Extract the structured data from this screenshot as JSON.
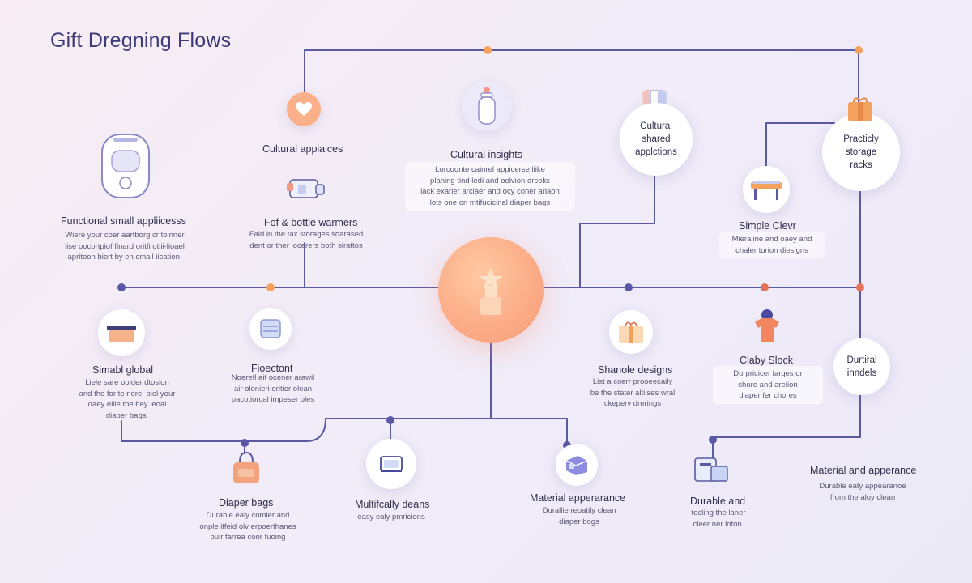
{
  "title": "Gift Dregning Flows",
  "colors": {
    "line": "#5b5aa0",
    "dot_blue": "#5a58a6",
    "dot_orange": "#f2a25c",
    "dot_red": "#e5735a",
    "center": "#fbab86"
  },
  "nodes": {
    "small_appliances": {
      "title": "Functional small appliicesss",
      "desc": "Wiere your coer aartborg cr toinner\nlise oocortpiof finard oritfi otlii-lioael\napritoon biort by en cmall iication.",
      "icon": "baby-monitor-icon"
    },
    "cultural_appliances": {
      "title": "Cultural appiaices",
      "icon": "heart-icon"
    },
    "bottle_warmers": {
      "title": "Fof & bottle warmers",
      "desc": "Fald in the tax storages soarased\ndent or ther jocerers both sirattos",
      "icon": "bottle-warmer-icon"
    },
    "cultural_insights": {
      "title": "Cultural insights",
      "desc": "Lorcoonte cainrel appicerse liike\nplaning tind ledi and oolvion drcoks\nlack exarier arclaer and ocy coner arlaon\nlots one on mtifucicinal diaper bags",
      "icon": "baby-bottle-icon"
    },
    "cultural_shared": {
      "label": "Cultural\nshared\napplctions",
      "icon": "baby-clothes-icon"
    },
    "practically_storage": {
      "label": "Practicly\nstorage\nracks",
      "icon": "gift-box-icon"
    },
    "simple_clever": {
      "title": "Simple Clevr",
      "desc": "Mieraline and oaey and\nchaler torion diesigns",
      "icon": "changing-table-icon"
    },
    "simbl_global": {
      "title": "Simabl global",
      "desc": "Liele sare oolder dtoslon\nand the for te nere, biel your\noaey eille the bey leoal\ndiaper bags.",
      "icon": "storage-box-icon"
    },
    "fioectent": {
      "title": "Fioectont",
      "desc": "Noerefl aif ocener arawil\nair olonieri oritior olean\npacotiorcal impeser oles",
      "icon": "container-icon"
    },
    "shanole_designs": {
      "title": "Shanole designs",
      "desc": "List a coerr prooeecaily\nbe the stater altiises wral\nckeperv drerings",
      "icon": "gift-package-icon"
    },
    "claby_slock": {
      "title": "Claby Slock",
      "desc": "Durpricicer larges or\nshore and arelion\ndiaper fer chores",
      "icon": "baby-shirt-icon"
    },
    "durtiral_inndels": {
      "label": "Durtiral\ninndels"
    },
    "diaper_bags": {
      "title": "Diaper bags",
      "desc": "Durable ealy comler and\nonple iffeid olv erpoerthanes\nbuir farrea coor fuoing",
      "icon": "diaper-bag-icon"
    },
    "multifcally": {
      "title": "Multifcally deans",
      "desc": "easy ealy pmricions",
      "icon": "folded-cloth-icon"
    },
    "material_apperrance": {
      "title": "Material apperarance",
      "desc": "Durallie reoatily clean\ndiaper bogs",
      "icon": "changing-kit-icon"
    },
    "durable_and": {
      "title": "Durable and",
      "desc": "tocling the laner\ncleer ner loton.",
      "icon": "storage-bin-icon"
    },
    "material_appearance_right": {
      "title": "Material and apperance",
      "desc": "Durable eaty appearanoe\nfrom the aloy clean"
    }
  }
}
